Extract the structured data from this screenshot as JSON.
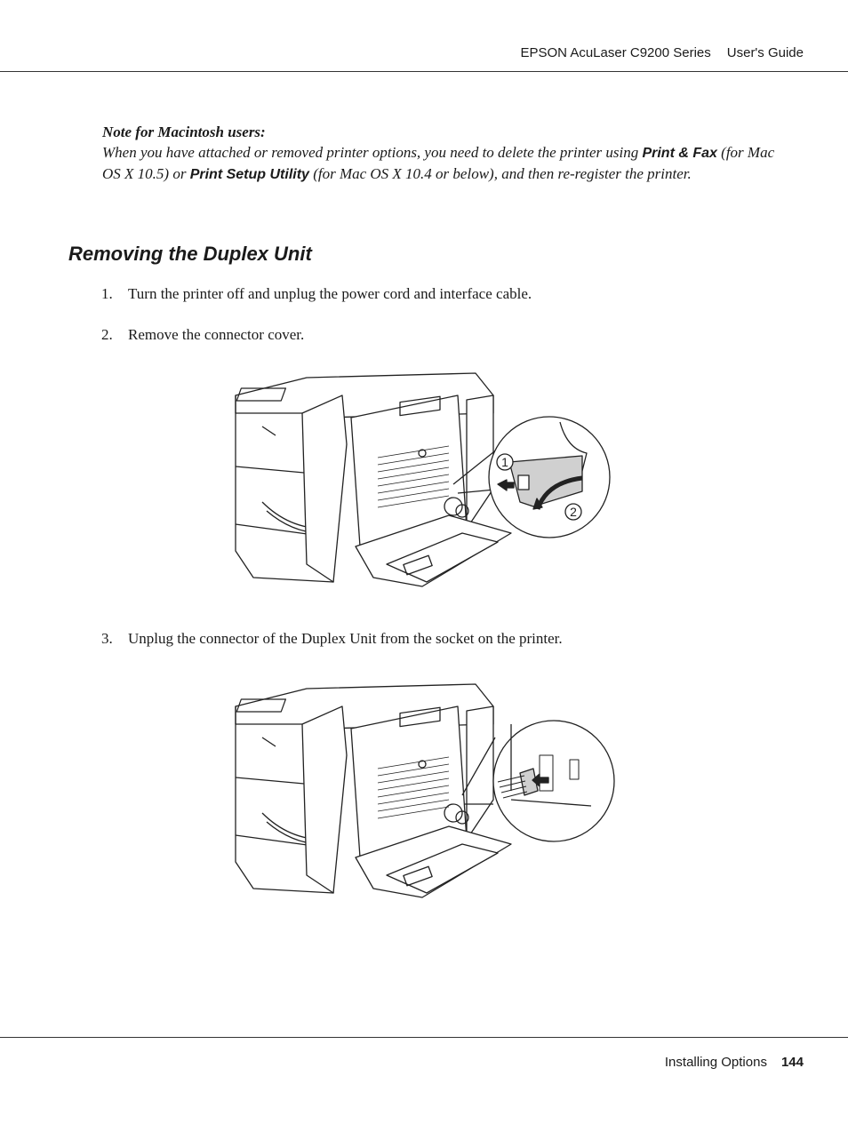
{
  "header": {
    "product": "EPSON AcuLaser C9200 Series",
    "guide": "User's Guide"
  },
  "note": {
    "title": "Note for Macintosh users:",
    "text_1": "When you have attached or removed printer options, you need to delete the printer using ",
    "term_1": "Print & Fax",
    "text_2": " (for Mac OS X 10.5) or ",
    "term_2": "Print Setup Utility",
    "text_3": " (for Mac OS X 10.4 or below), and then re-register the printer."
  },
  "section": {
    "title": "Removing the Duplex Unit"
  },
  "steps": [
    {
      "number": "1.",
      "text": "Turn the printer off and unplug the power cord and interface cable."
    },
    {
      "number": "2.",
      "text": "Remove the connector cover."
    },
    {
      "number": "3.",
      "text": "Unplug the connector of the Duplex Unit from the socket on the printer."
    }
  ],
  "illustrations": {
    "first": {
      "callout_1": "1",
      "callout_2": "2"
    }
  },
  "footer": {
    "section": "Installing Options",
    "page": "144"
  }
}
